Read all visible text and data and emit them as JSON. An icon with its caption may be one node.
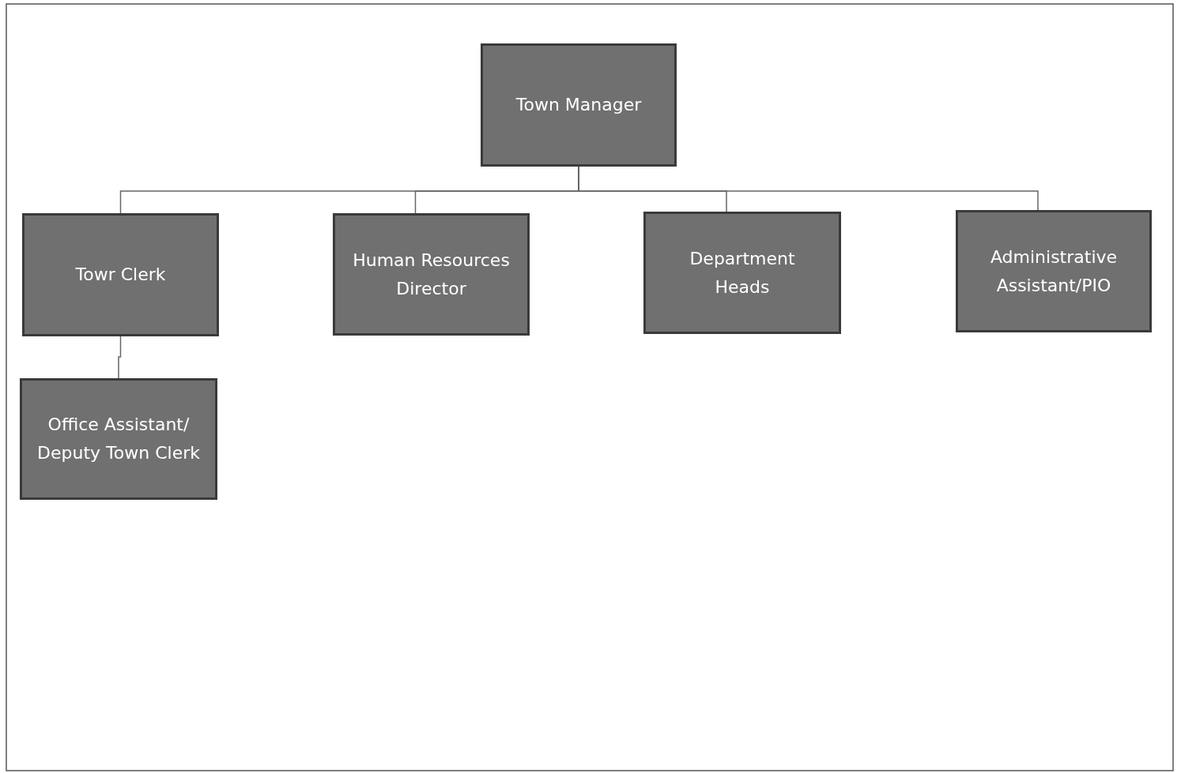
{
  "diagram": {
    "nodes": [
      {
        "text": [
          "Town Manager"
        ]
      },
      {
        "text": [
          "Towr Clerk"
        ]
      },
      {
        "text": [
          "Human Resources Director"
        ]
      },
      {
        "text": [
          "Department Heads"
        ]
      },
      {
        "text": [
          "Administrative Assistant/PIO"
        ]
      },
      {
        "text": [
          "Office Assistant/ Deputy Town Clerk"
        ]
      }
    ],
    "edges": [
      {
        "from": 0,
        "to": 1,
        "arrow": "none"
      },
      {
        "from": 0,
        "to": 2,
        "arrow": "none"
      },
      {
        "from": 0,
        "to": 3,
        "arrow": "none"
      },
      {
        "from": 0,
        "to": 4,
        "arrow": "none"
      },
      {
        "from": 1,
        "to": 5,
        "arrow": "none"
      }
    ]
  }
}
